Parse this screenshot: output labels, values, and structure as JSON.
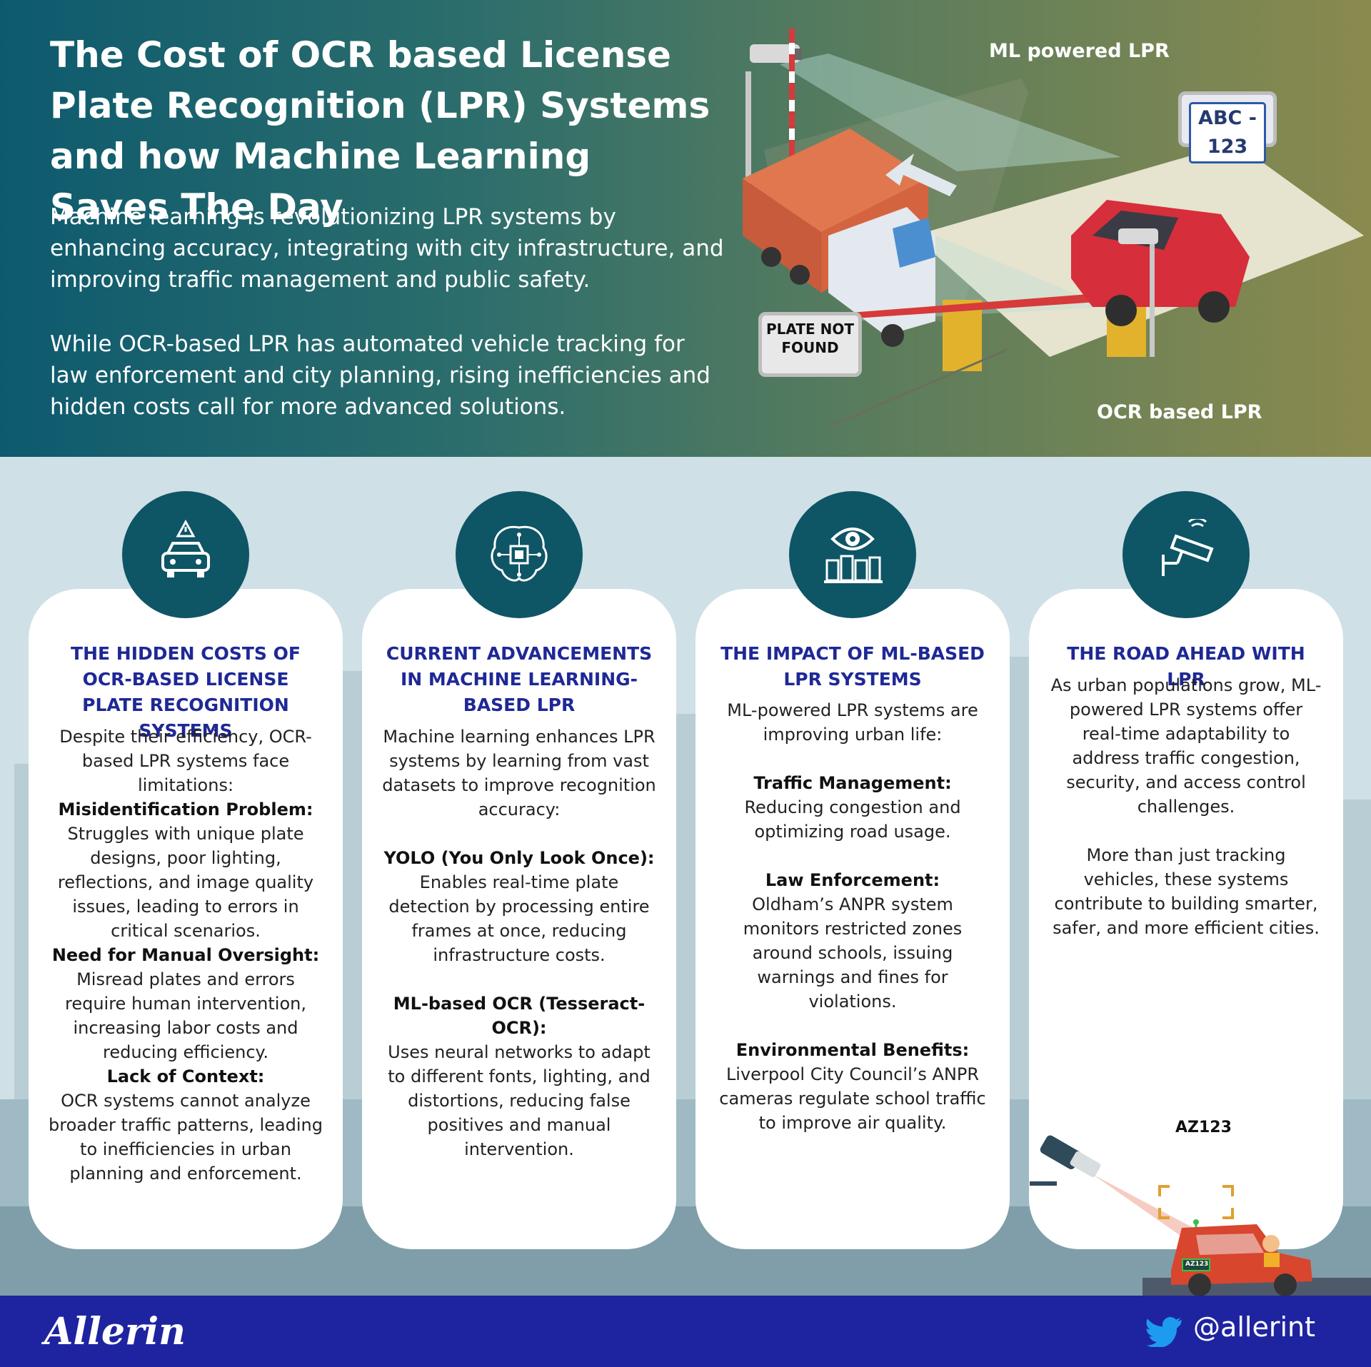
{
  "header": {
    "title": "The Cost of OCR based License Plate Recognition (LPR) Systems and how Machine Learning Saves The Day",
    "intro_1": "Machine learning is revolutionizing LPR systems by enhancing accuracy, integrating with city infrastructure, and improving traffic management and public safety.",
    "intro_2": "While OCR-based LPR has automated vehicle tracking for law enforcement and city planning, rising inefficiencies and hidden costs call for more advanced solutions."
  },
  "scene": {
    "ml_label": "ML powered LPR",
    "ocr_label": "OCR based LPR",
    "plate_text": "ABC - 123",
    "not_found_line1": "PLATE NOT",
    "not_found_line2": "FOUND"
  },
  "cards": [
    {
      "icon": "car-warning-icon",
      "title": "THE HIDDEN COSTS OF OCR-BASED LICENSE PLATE RECOGNITION SYSTEMS",
      "intro": "Despite their efficiency, OCR-based LPR systems face limitations:",
      "points": [
        {
          "heading": "Misidentification Problem:",
          "text": "Struggles with unique plate designs, poor lighting, reflections, and image quality issues, leading to errors in critical scenarios."
        },
        {
          "heading": "Need for Manual Oversight:",
          "text": "Misread plates and errors require human intervention, increasing labor costs and reducing efficiency."
        },
        {
          "heading": "Lack of Context:",
          "text": "OCR systems cannot analyze broader traffic patterns, leading to inefficiencies in urban planning and enforcement."
        }
      ]
    },
    {
      "icon": "brain-chip-icon",
      "title": "CURRENT ADVANCEMENTS IN MACHINE LEARNING-BASED LPR",
      "intro": "Machine learning enhances LPR systems by learning from vast datasets to improve recognition accuracy:",
      "points": [
        {
          "heading": "YOLO (You Only Look Once):",
          "text": "Enables real-time plate detection by processing entire frames at once, reducing infrastructure costs."
        },
        {
          "heading": "ML-based OCR (Tesseract-OCR):",
          "text": "Uses neural networks to adapt to different fonts, lighting, and distortions, reducing false positives and manual intervention."
        }
      ]
    },
    {
      "icon": "eye-city-icon",
      "title": "THE IMPACT OF ML-BASED LPR SYSTEMS",
      "intro": "ML-powered LPR systems are improving urban life:",
      "points": [
        {
          "heading": "Traffic Management:",
          "text": "Reducing congestion and optimizing road usage."
        },
        {
          "heading": "Law Enforcement:",
          "text": "Oldham’s ANPR system monitors restricted zones around schools, issuing warnings and fines for violations."
        },
        {
          "heading": "Environmental Benefits:",
          "text": "Liverpool City Council’s ANPR cameras regulate school traffic to improve air quality."
        }
      ]
    },
    {
      "icon": "security-camera-icon",
      "title": "THE ROAD AHEAD WITH LPR",
      "para_1": "As urban populations grow, ML-powered LPR systems offer real-time adaptability to address traffic congestion, security, and access control challenges.",
      "para_2": "More than just tracking vehicles, these systems contribute to building smarter, safer, and more efficient cities.",
      "detected_plate": "AZ123",
      "car_plate": "AZ123"
    }
  ],
  "footer": {
    "logo": "Allerin",
    "handle": "@allerint"
  },
  "colors": {
    "card_title": "#1e2896",
    "circle": "#0e5566",
    "footer": "#1e24a0"
  }
}
